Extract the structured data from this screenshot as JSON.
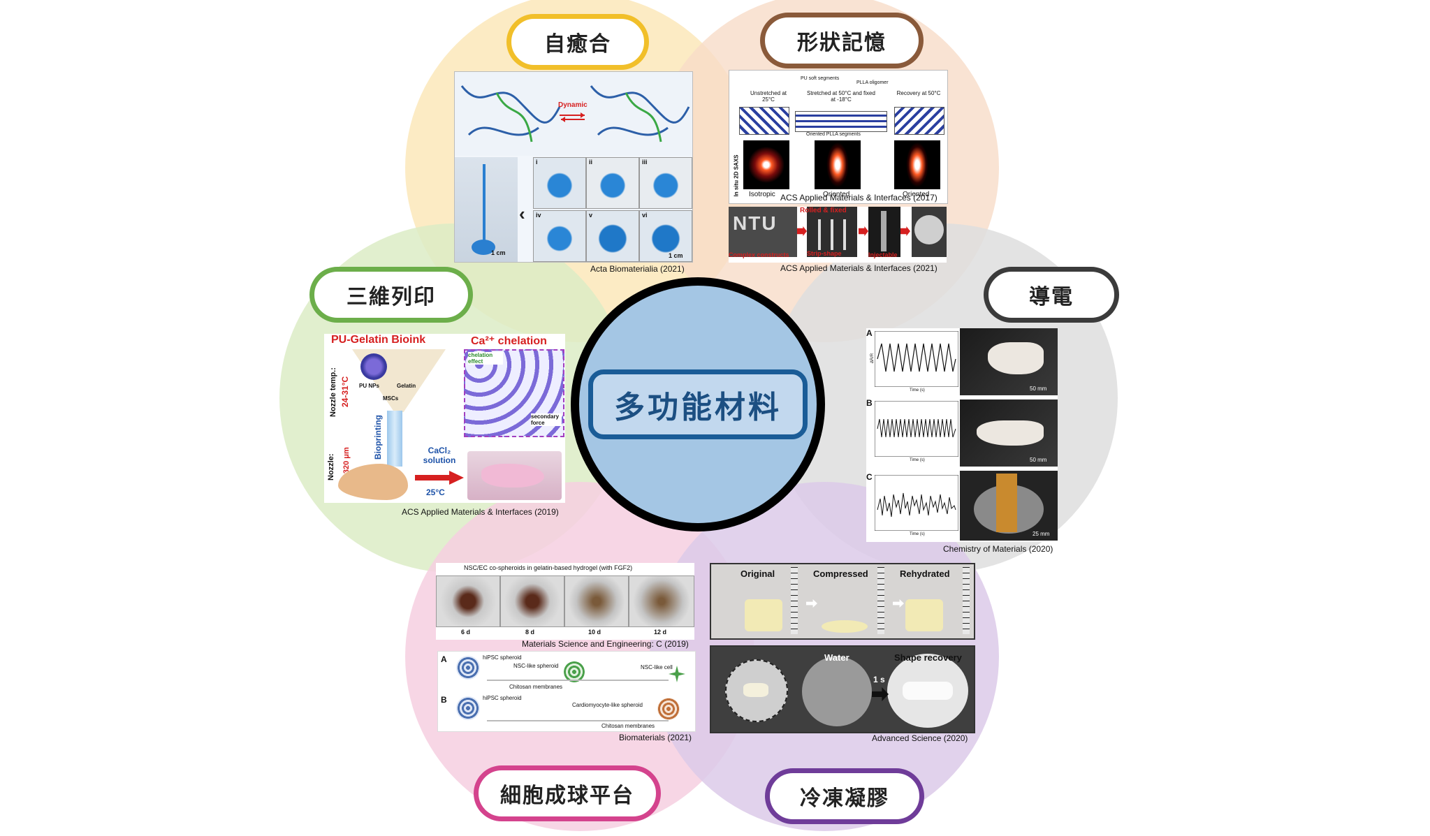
{
  "center": {
    "title": "多功能材料",
    "fill": "#a4c6e4",
    "accent": "#1a5c97"
  },
  "petals": [
    {
      "key": "self_healing",
      "label": "自癒合",
      "color": "#f1bf2a",
      "tint": "#fbe8ba"
    },
    {
      "key": "shape_memory",
      "label": "形狀記憶",
      "color": "#8a5a3a",
      "tint": "#f8dcc8"
    },
    {
      "key": "printing",
      "label": "三維列印",
      "color": "#6cae4a",
      "tint": "#dcecc6"
    },
    {
      "key": "conductive",
      "label": "導電",
      "color": "#3b3b3b",
      "tint": "#dedede"
    },
    {
      "key": "spheroid",
      "label": "細胞成球平台",
      "color": "#d4438d",
      "tint": "#f6cfe0"
    },
    {
      "key": "cryogel",
      "label": "冷凍凝膠",
      "color": "#6f3c99",
      "tint": "#dccae9"
    }
  ],
  "self_healing": {
    "caption": "Acta Biomaterialia (2021)",
    "dynamic": "Dynamic",
    "scale": "1 cm",
    "scale2": "1 cm",
    "roman": [
      "i",
      "ii",
      "iii",
      "iv",
      "v",
      "vi"
    ]
  },
  "shape_memory": {
    "caption1": "ACS Applied Materials & Interfaces (2017)",
    "caption2": "ACS Applied Materials & Interfaces (2021)",
    "legend_soft": "PU soft segments",
    "legend_plla": "PLLA oligomer",
    "state1": "Unstretched at 25°C",
    "state2": "Stretched at 50°C and fixed at -18°C",
    "state3": "Recovery at 50°C",
    "oriented_seg": "Oriented PLLA segments",
    "saxs": "In situ 2D SAXS",
    "iso": "Isotropic",
    "oriented1": "Oriented",
    "oriented2": "Oriented",
    "ntu": "NTU",
    "rolled": "Rolled & fixed",
    "strip": "Strip-shape",
    "complex": "Complex constructs",
    "injectable": "Injectable"
  },
  "printing": {
    "caption": "ACS Applied Materials & Interfaces (2019)",
    "bioink": "PU-Gelatin Bioink",
    "ca": "Ca²⁺ chelation",
    "chelation": "chelation effect",
    "pu": "PU NPs",
    "gelatin": "Gelatin",
    "mscs": "MSCs",
    "nozzle_temp": "Nozzle temp.:",
    "temp_range": "24-31°C",
    "bioprinting": "Bioprinting",
    "nozzle": "Nozzle:",
    "nozzle_range": "80-320 μm",
    "cacl": "CaCl₂ solution",
    "t25": "25°C",
    "secondary": "secondary force"
  },
  "conductive": {
    "caption": "Chemistry of Materials (2020)",
    "labels": [
      "A",
      "B",
      "C"
    ],
    "time": "Time (s)",
    "scale_a": "50 mm",
    "scale_b": "50 mm",
    "scale_c": "25 mm",
    "y_label": "ΔR/R"
  },
  "spheroid": {
    "caption1": "Materials Science and Engineering: C (2019)",
    "caption2": "Biomaterials (2021)",
    "header": "NSC/EC co-spheroids in gelatin-based hydrogel (with FGF2)",
    "days": [
      "6 d",
      "8 d",
      "10 d",
      "12 d"
    ],
    "row_a": "A",
    "row_b": "B",
    "hipsc1": "hiPSC spheroid",
    "nsc_like": "NSC-like spheroid",
    "nsc_cell": "NSC-like cell",
    "chitosan1": "Chitosan membranes",
    "hipsc2": "hiPSC spheroid",
    "cardio": "Cardiomyocyte-like spheroid",
    "chitosan2": "Chitosan membranes"
  },
  "cryogel": {
    "caption": "Advanced Science (2020)",
    "original": "Original",
    "compressed": "Compressed",
    "rehydrated": "Rehydrated",
    "water": "Water",
    "shape_recovery": "Shape recovery",
    "one_s": "1 s"
  }
}
